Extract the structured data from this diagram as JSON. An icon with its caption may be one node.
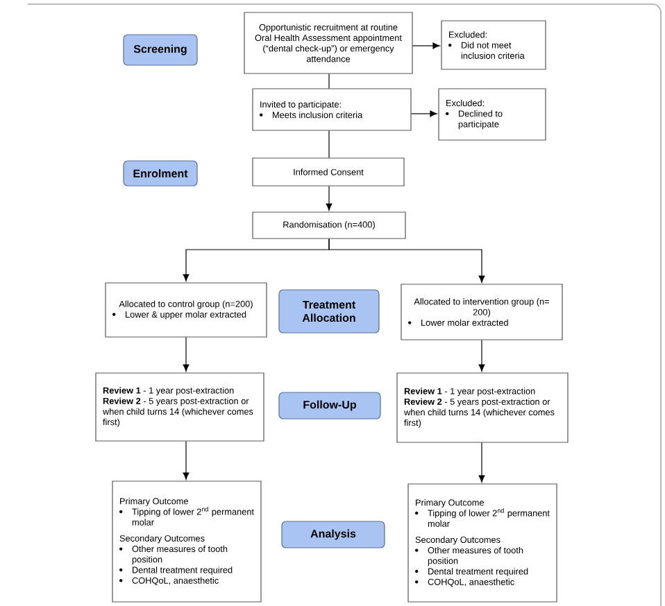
{
  "diagram": {
    "nodes": [
      {
        "text": [
          "Screening"
        ]
      },
      {
        "text": [
          "Opportunistic recruitment at routine Oral Health Assessment appointment (“dental check-up”) or emergency attendance"
        ]
      },
      {
        "text": [
          "Excluded:",
          "Did not meet inclusion criteria"
        ]
      },
      {
        "text": [
          "Invited to participate:",
          "Meets inclusion criteria"
        ]
      },
      {
        "text": [
          "Excluded:",
          "Declined to participate"
        ]
      },
      {
        "text": [
          "Enrolment"
        ]
      },
      {
        "text": [
          "Informed Consent"
        ]
      },
      {
        "text": [
          "Randomisation (n=400)"
        ]
      },
      {
        "text": [
          "Allocated to control group (n=200)",
          "Lower & upper molar extracted"
        ]
      },
      {
        "text": [
          "Treatment Allocation"
        ]
      },
      {
        "text": [
          "Allocated to intervention group (n= 200)",
          "Lower molar extracted"
        ]
      },
      {
        "text": [
          "**Review 1** - 1 year post-extraction",
          "**Review 2** - 5 years post-extraction or when child turns 14 (whichever comes first)"
        ]
      },
      {
        "text": [
          "Follow-Up"
        ]
      },
      {
        "text": [
          "**Review 1** - 1 year post-extraction",
          "**Review 2** - 5 years post-extraction or when child turns 14 (whichever comes first)"
        ]
      },
      {
        "text": [
          "Primary Outcome",
          "Tipping of lower 2$^{nd}$ permanent molar",
          "Secondary Outcomes",
          "Other measures of tooth position",
          "Dental treatment required",
          "COHQoL, anaesthetic"
        ]
      },
      {
        "text": [
          "Analysis"
        ]
      },
      {
        "text": [
          "Primary Outcome",
          "Tipping of lower 2$^{nd}$ permanent molar",
          "Secondary Outcomes",
          "Other measures of tooth position",
          "Dental treatment required",
          "COHQoL, anaesthetic"
        ]
      }
    ],
    "edges": [
      {
        "from": 1,
        "to": 2,
        "arrow": "to"
      },
      {
        "from": 1,
        "to": 3,
        "arrow": "none"
      },
      {
        "from": 3,
        "to": 4,
        "arrow": "to"
      },
      {
        "from": 3,
        "to": 6,
        "arrow": "none"
      },
      {
        "from": 6,
        "to": 7,
        "arrow": "to"
      },
      {
        "from": 7,
        "to": 8,
        "arrow": "to"
      },
      {
        "from": 7,
        "to": 10,
        "arrow": "to"
      },
      {
        "from": 8,
        "to": 11,
        "arrow": "to"
      },
      {
        "from": 10,
        "to": 13,
        "arrow": "to"
      },
      {
        "from": 11,
        "to": 14,
        "arrow": "to"
      },
      {
        "from": 13,
        "to": 16,
        "arrow": "to"
      }
    ]
  }
}
